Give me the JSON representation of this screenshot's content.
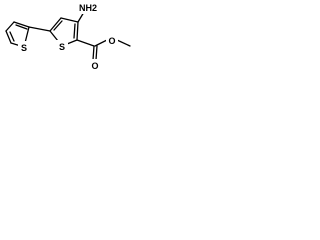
{
  "molecule": {
    "labels": {
      "amino": "NH2",
      "sulfur_left": "S",
      "sulfur_center": "S",
      "carbonyl_oxygen": "O",
      "ester_oxygen": "O"
    },
    "colors": {
      "bond": "#000000",
      "text": "#000000",
      "background": "#ffffff"
    }
  }
}
